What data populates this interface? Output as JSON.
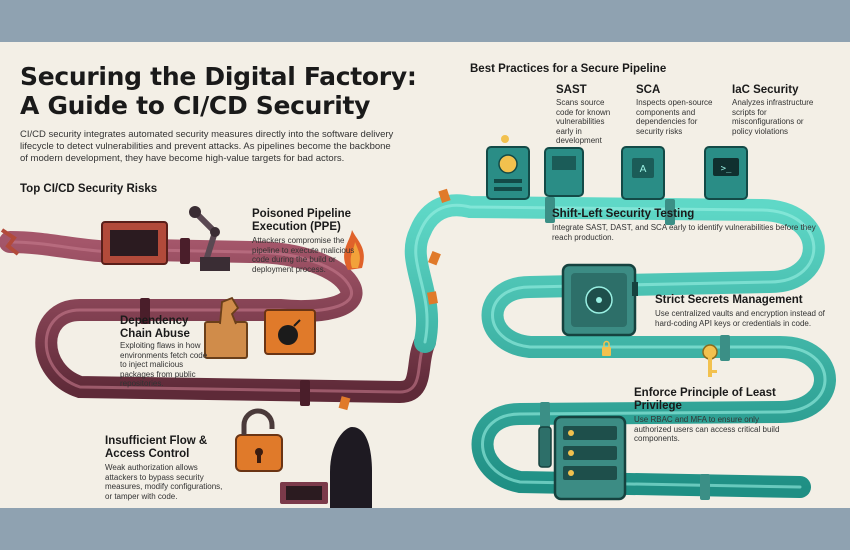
{
  "title": {
    "line1": "Securing the Digital Factory:",
    "line2": "A Guide to CI/CD Security"
  },
  "intro": "CI/CD security integrates automated security measures directly into the software delivery lifecycle to detect vulnerabilities and prevent attacks. As pipelines become the backbone of modern development, they have become high-value targets for bad actors.",
  "risks": {
    "heading": "Top CI/CD Security Risks",
    "ppe": {
      "title": "Poisoned Pipeline Execution (PPE)",
      "desc": "Attackers compromise the pipeline to execute malicious code during the build or deployment process."
    },
    "dependency": {
      "title": "Dependency Chain Abuse",
      "desc": "Exploiting flaws in how environments fetch code to inject malicious packages from public repositories."
    },
    "access": {
      "title": "Insufficient Flow & Access Control",
      "desc": "Weak authorization allows attackers to bypass security measures, modify configurations, or tamper with code."
    }
  },
  "practices": {
    "heading": "Best Practices for a Secure Pipeline",
    "sast": {
      "title": "SAST",
      "desc": "Scans source code for known vulnerabilities early in development"
    },
    "sca": {
      "title": "SCA",
      "desc": "Inspects open-source components and dependencies for security risks"
    },
    "iac": {
      "title": "IaC Security",
      "desc": "Analyzes infrastructure scripts for misconfigurations or policy violations"
    },
    "shift_left": {
      "title": "Shift-Left Security Testing",
      "desc": "Integrate SAST, DAST, and SCA early to identify vulnerabilities before they reach production."
    },
    "secrets": {
      "title": "Strict Secrets Management",
      "desc": "Use centralized vaults and encryption instead of hard-coding API keys or credentials in code."
    },
    "least_privilege": {
      "title": "Enforce Principle of Least Privilege",
      "desc": "Use RBAC and MFA to ensure only authorized users can access critical build components."
    }
  },
  "icons": {
    "robot_arm": "robotic-arm-icon",
    "trojan_horse": "trojan-horse-icon",
    "bomb": "bomb-icon",
    "padlock": "broken-padlock-icon",
    "hacker": "hooded-hacker-icon",
    "vault": "vault-icon",
    "key": "key-icon",
    "server": "server-rack-icon"
  },
  "colors": {
    "risk_pipe": "#7b3a4a",
    "secure_pipe": "#2fb8a6",
    "accent_orange": "#e0622a",
    "background": "#f3efe6"
  }
}
